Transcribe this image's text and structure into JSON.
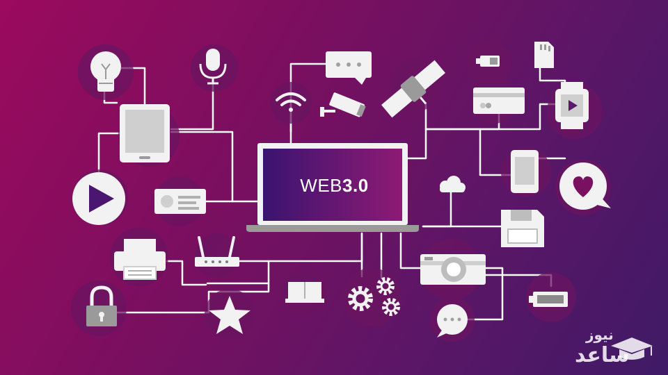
{
  "headline": {
    "prefix": "WEB",
    "version": "3.0"
  },
  "watermark": {
    "line1": "نیوز",
    "line2": "ساعد",
    "icon": "graduation-cap-icon"
  },
  "colors": {
    "bg_start": "#9b0a5e",
    "bg_end": "#3f1a66",
    "line": "#ffffff",
    "icon_fill": "#f2f2f2",
    "icon_shadow": "#6a1460",
    "screen_start": "#3a1470",
    "screen_end": "#8e1a74"
  },
  "icons": [
    "lightbulb-icon",
    "microphone-icon",
    "wifi-icon",
    "chat-bubble-icon",
    "satellite-icon",
    "battery-icon",
    "sd-card-icon",
    "credit-card-icon",
    "smartwatch-icon",
    "tablet-icon",
    "cctv-camera-icon",
    "play-button-icon",
    "id-card-icon",
    "laptop-icon",
    "smartphone-icon",
    "heart-bubble-icon",
    "cloud-icon",
    "floppy-disk-icon",
    "printer-icon",
    "router-icon",
    "camera-icon",
    "lock-icon",
    "book-icon",
    "gears-icon",
    "star-icon",
    "speech-bubble-icon",
    "battery-full-icon"
  ]
}
